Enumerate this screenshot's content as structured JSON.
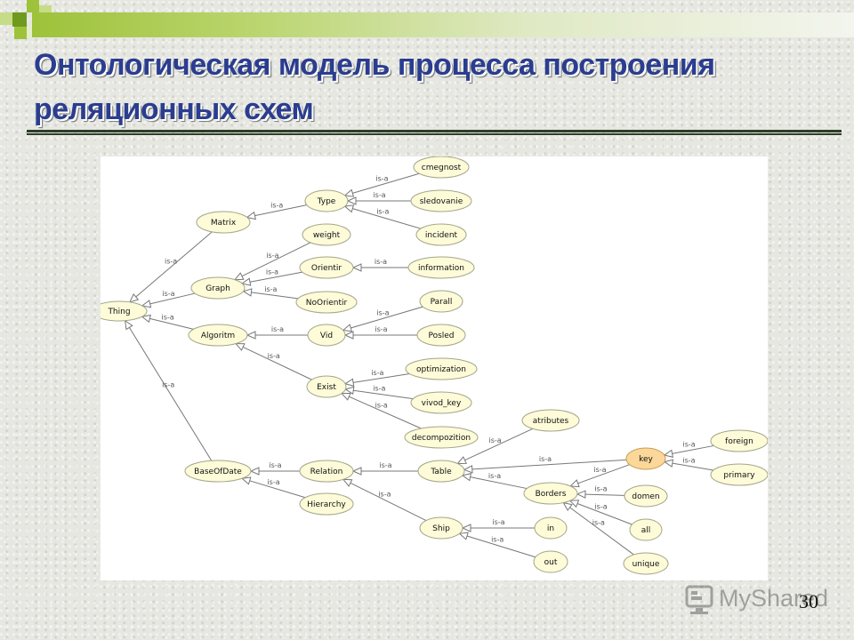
{
  "slide": {
    "title": "Онтологическая модель  процесса построения реляционных   схем",
    "page_number": "30",
    "watermark": "MyShared",
    "colors": {
      "title": "#2b3d8f",
      "accent": "#9ec23a",
      "node_fill": "#fdfbd8",
      "node_highlight": "#fbd89a"
    }
  },
  "diagram": {
    "edge_label": "is-a",
    "nodes": [
      {
        "id": "Thing",
        "label": "Thing"
      },
      {
        "id": "Matrix",
        "label": "Matrix"
      },
      {
        "id": "Graph",
        "label": "Graph"
      },
      {
        "id": "Algoritm",
        "label": "Algoritm"
      },
      {
        "id": "BaseOfDate",
        "label": "BaseOfDate"
      },
      {
        "id": "Type",
        "label": "Type"
      },
      {
        "id": "cmegnost",
        "label": "cmegnost"
      },
      {
        "id": "sledovanie",
        "label": "sledovanie"
      },
      {
        "id": "incident",
        "label": "incident"
      },
      {
        "id": "weight",
        "label": "weight"
      },
      {
        "id": "Orientir",
        "label": "Orientir"
      },
      {
        "id": "information",
        "label": "information"
      },
      {
        "id": "NoOrientir",
        "label": "NoOrientir"
      },
      {
        "id": "Vid",
        "label": "Vid"
      },
      {
        "id": "Parall",
        "label": "Parall"
      },
      {
        "id": "Posled",
        "label": "Posled"
      },
      {
        "id": "Exist",
        "label": "Exist"
      },
      {
        "id": "optimization",
        "label": "optimization"
      },
      {
        "id": "vivod_key",
        "label": "vivod_key"
      },
      {
        "id": "decompozition",
        "label": "decompozition"
      },
      {
        "id": "Relation",
        "label": "Relation"
      },
      {
        "id": "Hierarchy",
        "label": "Hierarchy"
      },
      {
        "id": "Table",
        "label": "Table"
      },
      {
        "id": "atributes",
        "label": "atributes"
      },
      {
        "id": "Borders",
        "label": "Borders"
      },
      {
        "id": "key",
        "label": "key",
        "highlight": true
      },
      {
        "id": "foreign",
        "label": "foreign"
      },
      {
        "id": "primary",
        "label": "primary"
      },
      {
        "id": "domen",
        "label": "domen"
      },
      {
        "id": "all",
        "label": "all"
      },
      {
        "id": "unique",
        "label": "unique"
      },
      {
        "id": "Ship",
        "label": "Ship"
      },
      {
        "id": "in",
        "label": "in"
      },
      {
        "id": "out",
        "label": "out"
      }
    ],
    "edges": [
      {
        "from": "Matrix",
        "to": "Thing"
      },
      {
        "from": "Graph",
        "to": "Thing"
      },
      {
        "from": "Algoritm",
        "to": "Thing"
      },
      {
        "from": "BaseOfDate",
        "to": "Thing"
      },
      {
        "from": "Type",
        "to": "Matrix"
      },
      {
        "from": "cmegnost",
        "to": "Type"
      },
      {
        "from": "sledovanie",
        "to": "Type"
      },
      {
        "from": "incident",
        "to": "Type"
      },
      {
        "from": "weight",
        "to": "Graph"
      },
      {
        "from": "Orientir",
        "to": "Graph"
      },
      {
        "from": "NoOrientir",
        "to": "Graph"
      },
      {
        "from": "information",
        "to": "Orientir"
      },
      {
        "from": "Vid",
        "to": "Algoritm"
      },
      {
        "from": "Exist",
        "to": "Algoritm"
      },
      {
        "from": "Parall",
        "to": "Vid"
      },
      {
        "from": "Posled",
        "to": "Vid"
      },
      {
        "from": "optimization",
        "to": "Exist"
      },
      {
        "from": "vivod_key",
        "to": "Exist"
      },
      {
        "from": "decompozition",
        "to": "Exist"
      },
      {
        "from": "Relation",
        "to": "BaseOfDate"
      },
      {
        "from": "Hierarchy",
        "to": "BaseOfDate"
      },
      {
        "from": "Table",
        "to": "Relation"
      },
      {
        "from": "Ship",
        "to": "Relation"
      },
      {
        "from": "atributes",
        "to": "Table"
      },
      {
        "from": "key",
        "to": "Table"
      },
      {
        "from": "Borders",
        "to": "Table"
      },
      {
        "from": "key",
        "to": "Borders"
      },
      {
        "from": "domen",
        "to": "Borders"
      },
      {
        "from": "all",
        "to": "Borders"
      },
      {
        "from": "unique",
        "to": "Borders"
      },
      {
        "from": "foreign",
        "to": "key"
      },
      {
        "from": "primary",
        "to": "key"
      },
      {
        "from": "in",
        "to": "Ship"
      },
      {
        "from": "out",
        "to": "Ship"
      }
    ]
  }
}
